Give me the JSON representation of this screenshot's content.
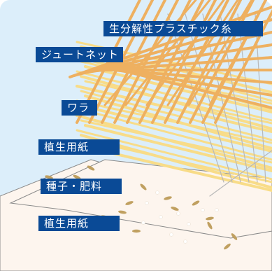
{
  "colors": {
    "background": "#dceefa",
    "label_fill": "#0a4a96",
    "label_text": "#ffffff",
    "jute_fiber": "#eeb060",
    "straw": "#f8dc88",
    "plastic_thread": "#b8b8b8",
    "paper_sheet": "#fdf5ee",
    "paper_edge": "#8a8a8a",
    "seed": "#c0a060",
    "fertilizer_dot": "#ffffff"
  },
  "labels": {
    "plastic_thread": "生分解性プラスチック糸",
    "jute_net": "ジュートネット",
    "straw": "ワラ",
    "planting_paper_top": "植生用紙",
    "seed_fertilizer": "種子・肥料",
    "planting_paper_bottom": "植生用紙"
  }
}
